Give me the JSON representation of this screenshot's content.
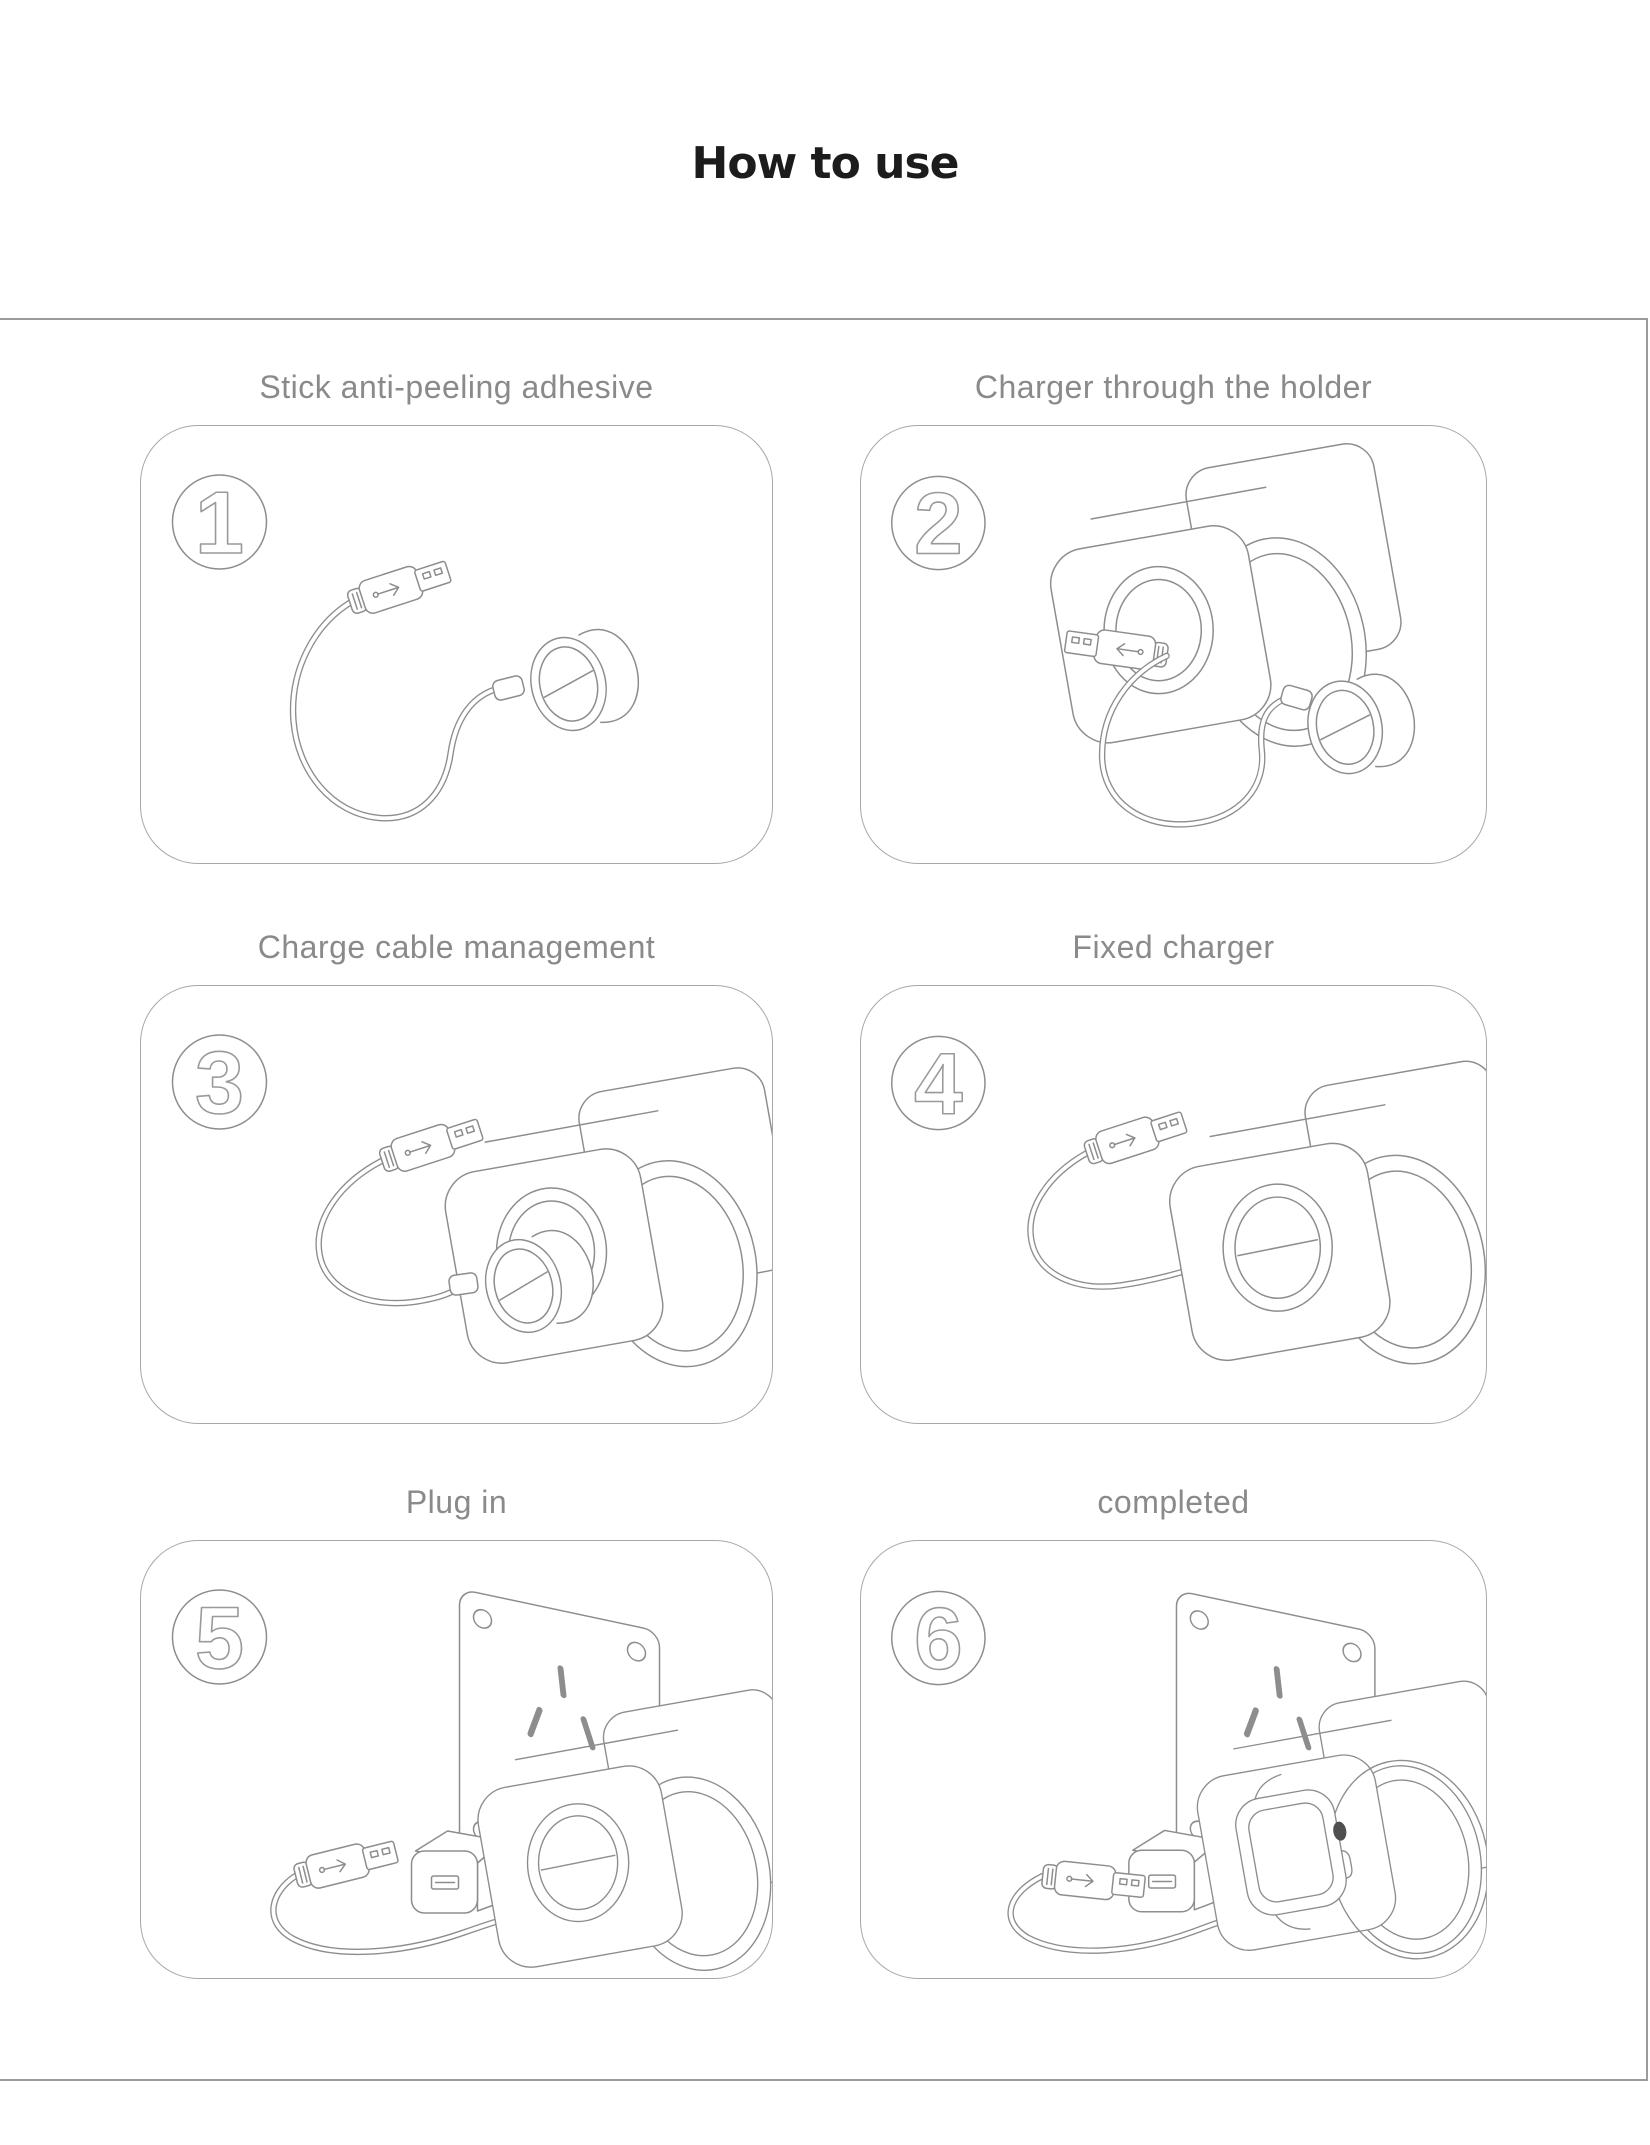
{
  "page": {
    "title": "How to use",
    "background": "#ffffff"
  },
  "colors": {
    "title": "#1c1c1c",
    "caption": "#8a8a8a",
    "line_art": "#8d8d8d",
    "panel_border": "#a8a8a8",
    "frame_border": "#9b9b9b",
    "watch_crown": "#4f4f4f"
  },
  "steps": [
    {
      "number": "1",
      "caption": "Stick anti-peeling adhesive",
      "illustration": "usb-cable-with-magnetic-charger-puck"
    },
    {
      "number": "2",
      "caption": "Charger through the holder",
      "illustration": "charger-cable-threaded-through-holder"
    },
    {
      "number": "3",
      "caption": "Charge cable management",
      "illustration": "charger-puck-being-inserted-into-holder"
    },
    {
      "number": "4",
      "caption": "Fixed charger",
      "illustration": "charger-puck-fixed-inside-holder"
    },
    {
      "number": "5",
      "caption": "Plug in",
      "illustration": "adapter-at-wall-outlet-with-holder"
    },
    {
      "number": "6",
      "caption": "completed",
      "illustration": "apple-watch-charging-on-holder"
    }
  ]
}
